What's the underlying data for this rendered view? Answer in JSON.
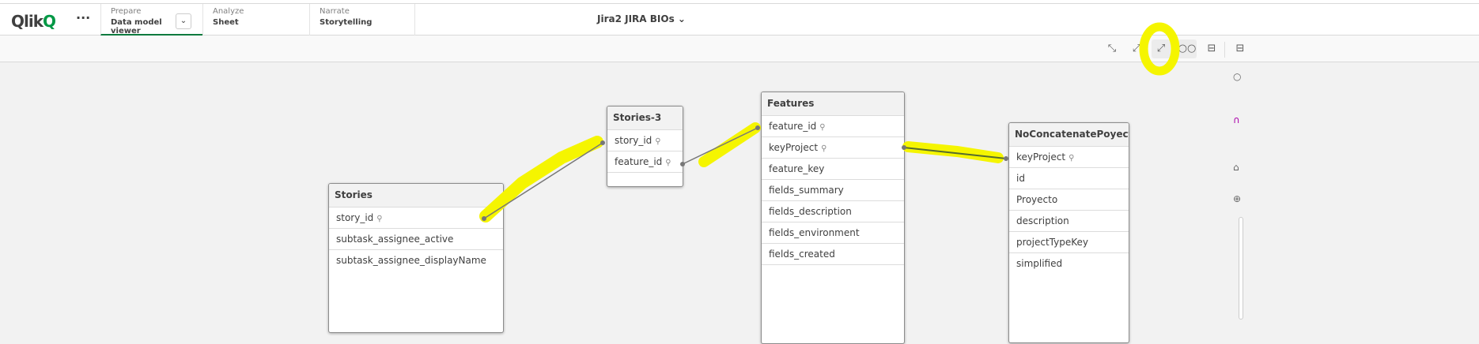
{
  "header": {
    "logo": "Qlik",
    "more": "···",
    "tabs": [
      {
        "section": "Prepare",
        "value": "Data model viewer"
      },
      {
        "section": "Analyze",
        "value": "Sheet"
      },
      {
        "section": "Narrate",
        "value": "Storytelling"
      }
    ],
    "dropdown": "⌄",
    "app_title": "Jira2 JIRA BIOs",
    "app_chevron": "⌄"
  },
  "toolbar": {
    "icons": [
      "collapse-all",
      "collapse-partial",
      "expand-all",
      "internal-view",
      "source-view",
      "layout"
    ]
  },
  "tables": [
    {
      "name": "Stories",
      "fields": [
        "story_id",
        "subtask_assignee_active",
        "subtask_assignee_displayName"
      ],
      "keys": [
        0
      ]
    },
    {
      "name": "Stories-3",
      "fields": [
        "story_id",
        "feature_id",
        ""
      ],
      "keys": [
        0,
        1
      ]
    },
    {
      "name": "Features",
      "fields": [
        "feature_id",
        "keyProject",
        "feature_key",
        "fields_summary",
        "fields_description",
        "fields_environment",
        "fields_created",
        ""
      ],
      "keys": [
        0,
        1
      ]
    },
    {
      "name": "NoConcatenatePoyectos",
      "fields": [
        "keyProject",
        "id",
        "Proyecto",
        "description",
        "projectTypeKey",
        "simplified"
      ],
      "keys": [
        0
      ]
    }
  ],
  "key_glyph": "⚲",
  "colors": {
    "accent": "#009845",
    "highlight": "#f5f500"
  }
}
